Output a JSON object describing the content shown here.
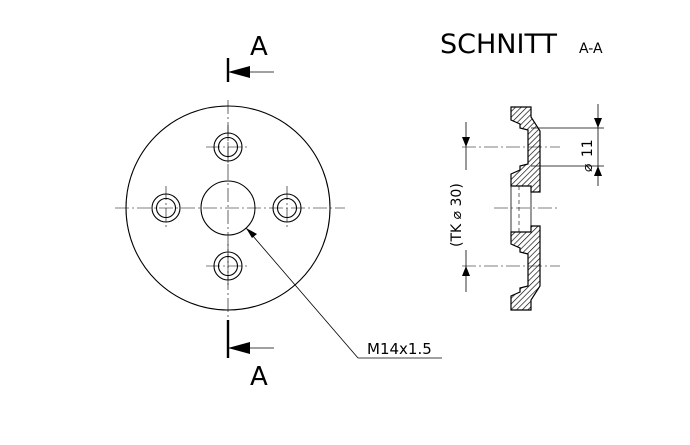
{
  "view_title": {
    "main": "SCHNITT",
    "sub": "A-A"
  },
  "section_marks": {
    "top": "A",
    "bottom": "A"
  },
  "callout": {
    "thread": "M14x1.5"
  },
  "dimensions": {
    "hole_diameter": "11",
    "diameter_symbol": "⌀",
    "pitch_circle": "(TK ⌀ 30)"
  },
  "icons": {
    "diameter": "diameter-symbol-icon",
    "arrow": "arrowhead-icon"
  },
  "colors": {
    "line": "#000000",
    "hatch": "#000000",
    "background": "#ffffff"
  }
}
